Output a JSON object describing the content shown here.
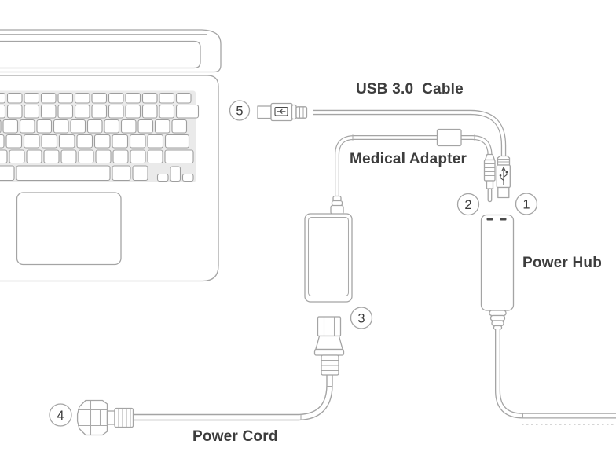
{
  "figure": {
    "type": "hardware-setup-diagram",
    "labels": {
      "usb_cable": "USB 3.0  Cable",
      "medical_adapter": "Medical Adapter",
      "power_hub": "Power Hub",
      "power_cord": "Power Cord"
    },
    "callouts": [
      {
        "number": "1"
      },
      {
        "number": "2"
      },
      {
        "number": "3"
      },
      {
        "number": "4"
      },
      {
        "number": "5"
      }
    ]
  },
  "colors": {
    "line": "#a4a4a4",
    "text": "#3d3d3d",
    "dark_detail": "#4a4a4a",
    "background": "#ffffff"
  }
}
